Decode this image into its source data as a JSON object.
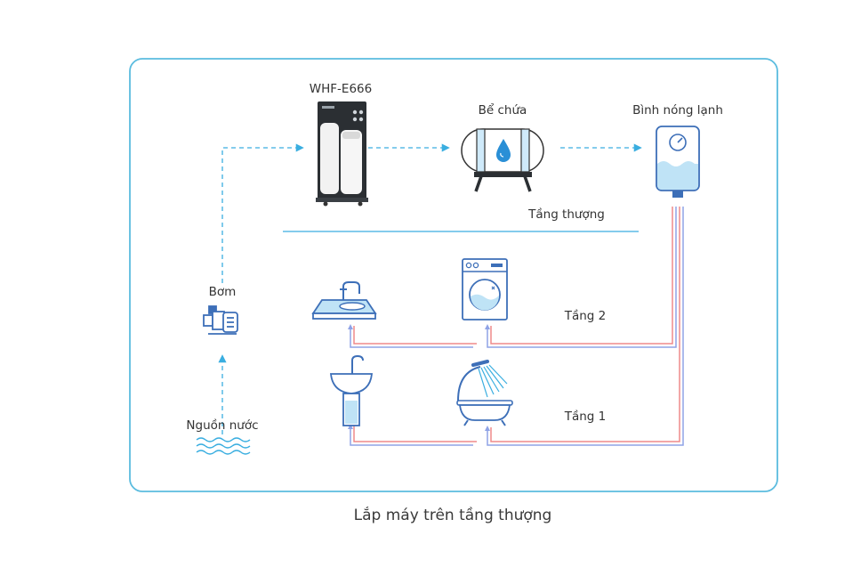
{
  "labels": {
    "machine": "WHF-E666",
    "tank": "Bể chứa",
    "heater": "Bình nóng lạnh",
    "rooftop": "Tầng thượng",
    "pump": "Bơm",
    "source": "Nguồn nước",
    "floor2": "Tầng 2",
    "floor1": "Tầng 1",
    "caption": "Lắp máy trên tầng thượng"
  },
  "colors": {
    "frame": "#5bbcdf",
    "flow": "#3aaee0",
    "hot": "#ef8a8a",
    "cold": "#8fa3e6",
    "icon_blue": "#3d6fb8",
    "water": "#bfe3f6",
    "tank_band": "#cfeafa"
  }
}
